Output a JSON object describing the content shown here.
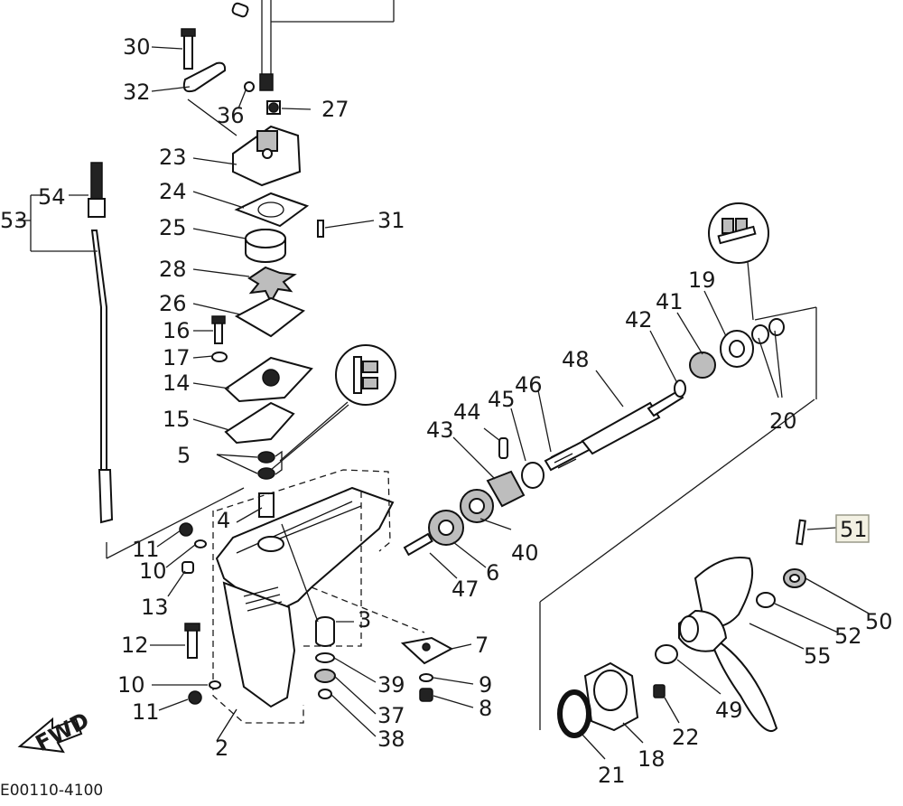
{
  "callouts": {
    "n2": "2",
    "n3": "3",
    "n4": "4",
    "n5": "5",
    "n6": "6",
    "n7": "7",
    "n8": "8",
    "n9": "9",
    "n10a": "10",
    "n10b": "10",
    "n11a": "11",
    "n11b": "11",
    "n12": "12",
    "n13": "13",
    "n14": "14",
    "n15": "15",
    "n16": "16",
    "n17": "17",
    "n18": "18",
    "n19": "19",
    "n20": "20",
    "n21": "21",
    "n22": "22",
    "n23": "23",
    "n24": "24",
    "n25": "25",
    "n26": "26",
    "n27": "27",
    "n28": "28",
    "n30": "30",
    "n31": "31",
    "n32": "32",
    "n36": "36",
    "n37": "37",
    "n38": "38",
    "n39": "39",
    "n40": "40",
    "n41": "41",
    "n42": "42",
    "n43": "43",
    "n44": "44",
    "n45": "45",
    "n46": "46",
    "n47": "47",
    "n48": "48",
    "n49": "49",
    "n50": "50",
    "n51": "51",
    "n52": "52",
    "n53": "53",
    "n54": "54",
    "n55": "55"
  },
  "fwd_label": "FWD",
  "diagram_code": "E00110-4100",
  "colors": {
    "ink": "#1a1a1a",
    "highlight_fill": "#f3f1e3",
    "highlight_border": "#9a9a8a"
  }
}
